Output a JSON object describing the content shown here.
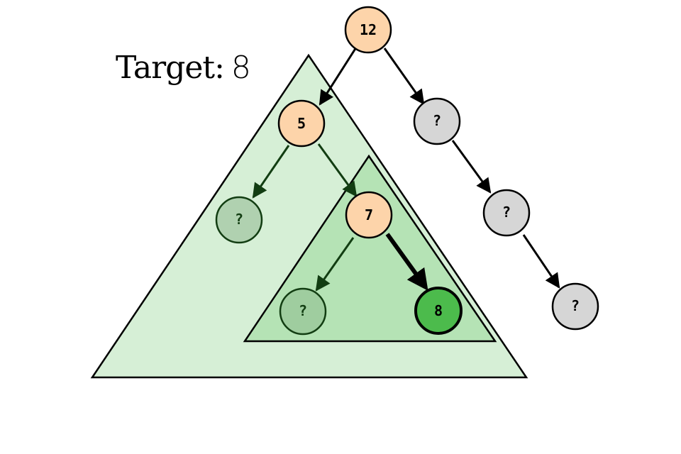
{
  "title": {
    "label": "Target:",
    "value": "8"
  },
  "colors": {
    "background": "#ffffff",
    "outer_subtree_fill": "#d6efd6",
    "inner_subtree_fill": "#b5e3b5",
    "visited_node": "#fdd4aa",
    "found_node": "#4cbb4c",
    "pruned_node": "#d6d6d6",
    "in_subtree_unknown_outer": "#b0d1b0",
    "in_subtree_unknown_inner": "#9fcd9f",
    "outline": "#000000",
    "subtree_edge": "#123d12"
  },
  "nodes": [
    {
      "id": "n12",
      "label": "12",
      "state": "visited"
    },
    {
      "id": "n5",
      "label": "5",
      "state": "visited"
    },
    {
      "id": "n7",
      "label": "7",
      "state": "visited"
    },
    {
      "id": "n8",
      "label": "8",
      "state": "found"
    },
    {
      "id": "q_left_of_5",
      "label": "?",
      "state": "subtree-unknown"
    },
    {
      "id": "q_left_of_7",
      "label": "?",
      "state": "subtree-unknown"
    },
    {
      "id": "q_right_1",
      "label": "?",
      "state": "pruned"
    },
    {
      "id": "q_right_2",
      "label": "?",
      "state": "pruned"
    },
    {
      "id": "q_right_3",
      "label": "?",
      "state": "pruned"
    }
  ],
  "edges": [
    {
      "from": "n12",
      "to": "n5"
    },
    {
      "from": "n12",
      "to": "q_right_1"
    },
    {
      "from": "q_right_1",
      "to": "q_right_2"
    },
    {
      "from": "q_right_2",
      "to": "q_right_3"
    },
    {
      "from": "n5",
      "to": "q_left_of_5"
    },
    {
      "from": "n5",
      "to": "n7"
    },
    {
      "from": "n7",
      "to": "q_left_of_7"
    },
    {
      "from": "n7",
      "to": "n8"
    }
  ]
}
